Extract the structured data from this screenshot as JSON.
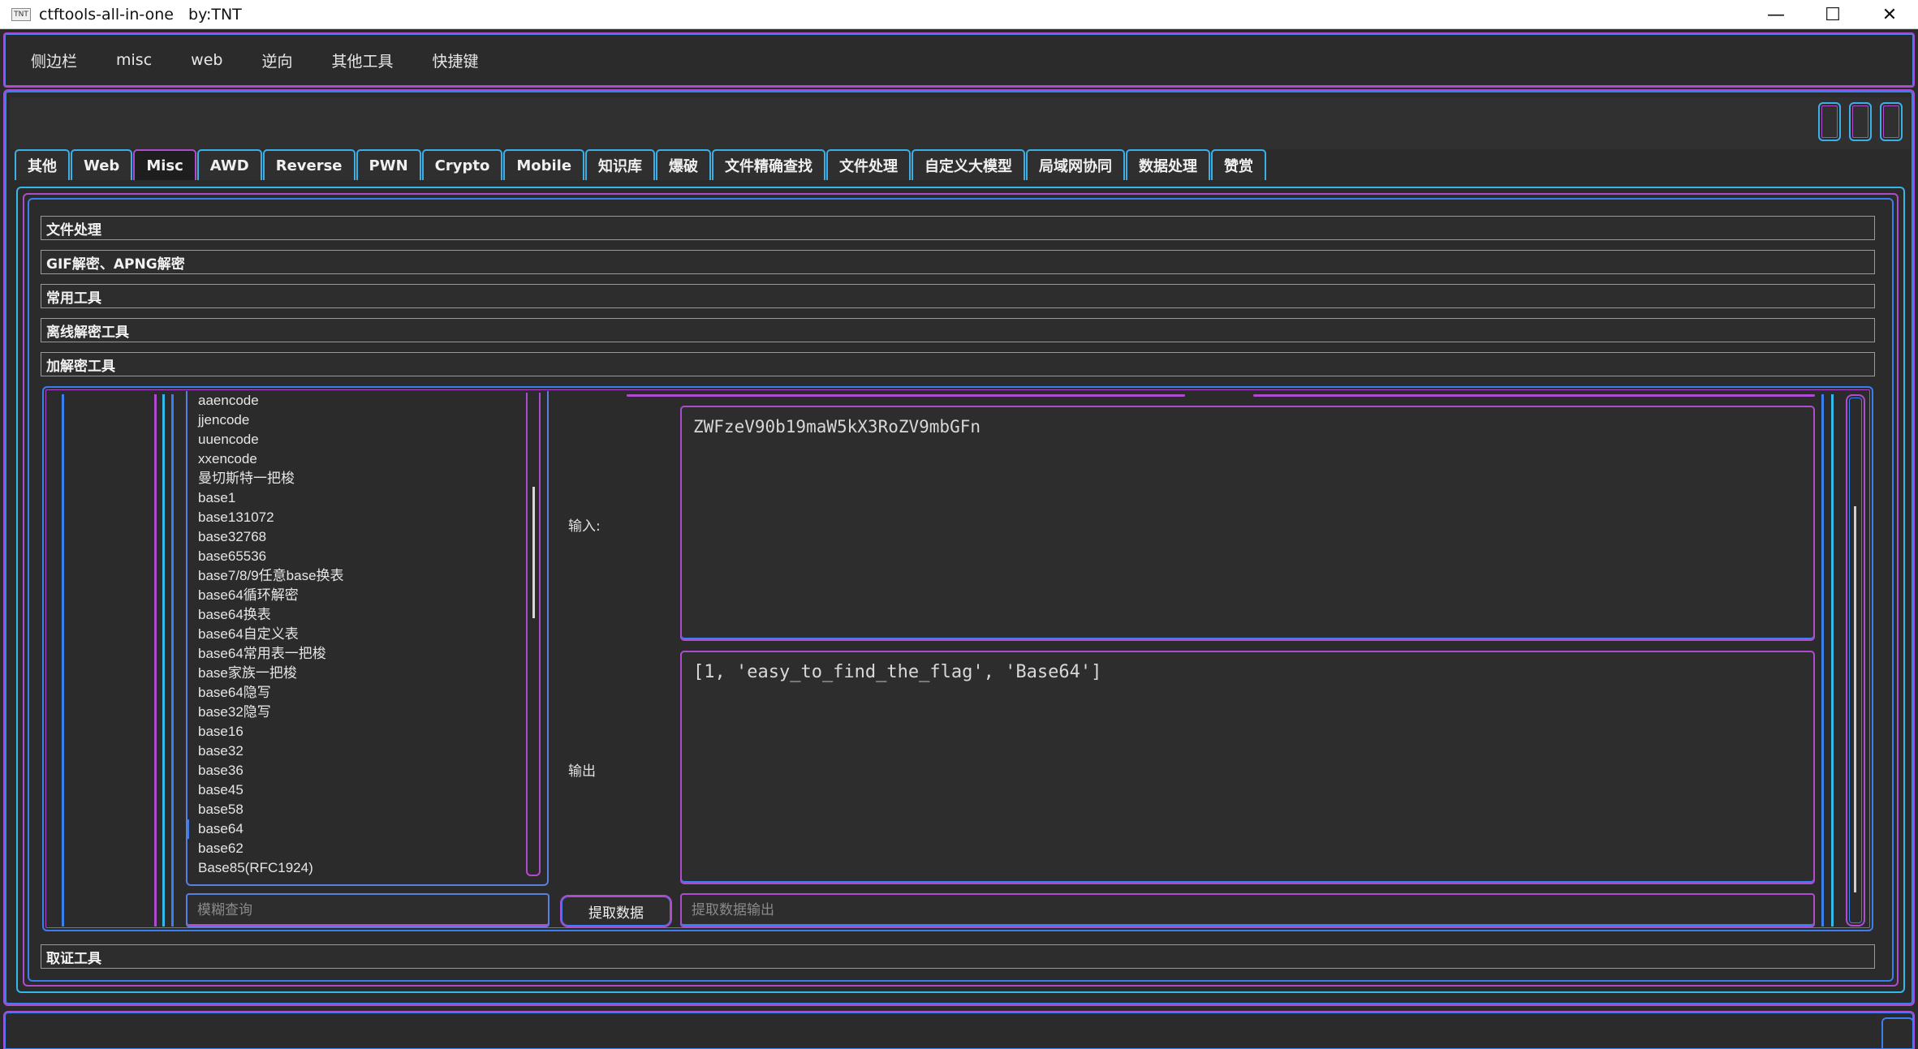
{
  "window": {
    "title": "ctftools-all-in-one   by:TNT",
    "icon_text": "TNT",
    "controls": {
      "minimize": "—",
      "maximize": "☐",
      "close": "✕"
    }
  },
  "menubar": {
    "items": [
      "侧边栏",
      "misc",
      "web",
      "逆向",
      "其他工具",
      "快捷键"
    ]
  },
  "tabs": {
    "items": [
      "其他",
      "Web",
      "Misc",
      "AWD",
      "Reverse",
      "PWN",
      "Crypto",
      "Mobile",
      "知识库",
      "爆破",
      "文件精确查找",
      "文件处理",
      "自定义大模型",
      "局域网协同",
      "数据处理",
      "赞赏"
    ],
    "active": "Misc"
  },
  "sections": {
    "file_processing": "文件处理",
    "gif_apng": "GIF解密、APNG解密",
    "common_tools": "常用工具",
    "offline_decrypt": "离线解密工具",
    "crypto_tools": "加解密工具",
    "forensics": "取证工具"
  },
  "crypto": {
    "list": [
      "aaencode",
      "jjencode",
      "uuencode",
      "xxencode",
      "曼切斯特一把梭",
      "base1",
      "base131072",
      "base32768",
      "base65536",
      "base7/8/9任意base换表",
      "base64循环解密",
      "base64换表",
      "base64自定义表",
      "base64常用表一把梭",
      "base家族一把梭",
      "base64隐写",
      "base32隐写",
      "base16",
      "base32",
      "base36",
      "base45",
      "base58",
      "base64",
      "base62",
      "Base85(RFC1924)"
    ],
    "current": "base64",
    "input_label": "输入:",
    "output_label": "输出",
    "input_value": "ZWFzeV90b19maW5kX3RoZV9mbGFn",
    "output_value": "[1, 'easy_to_find_the_flag', 'Base64']",
    "fuzzy_placeholder": "模糊查询",
    "extract_button": "提取数据",
    "extract_placeholder": "提取数据输出"
  },
  "colors": {
    "background": "#2b2b2b",
    "accent_purple": "#b04bd1",
    "accent_blue": "#3a7ff0",
    "accent_cyan": "#33b8ea"
  }
}
